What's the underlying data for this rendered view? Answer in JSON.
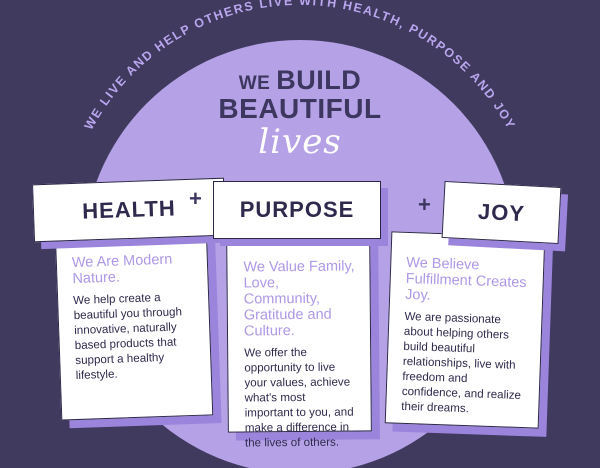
{
  "arc_text": "WE LIVE AND HELP OTHERS LIVE WITH HEALTH, PURPOSE AND JOY",
  "heading": {
    "we": "WE",
    "build": "BUILD",
    "beautiful": "BEAUTIFUL",
    "lives": "lives"
  },
  "plus": "+",
  "pillars": [
    {
      "title": "HEALTH",
      "lead": "We Are Modern Nature.",
      "body": "We help create a beautiful you through innovative, naturally based products that support a healthy lifestyle."
    },
    {
      "title": "PURPOSE",
      "lead": "We Value Family, Love, Community, Gratitude and Culture.",
      "body": "We offer the opportunity to live your values, achieve what's most important to you, and make a difference in the lives of others."
    },
    {
      "title": "JOY",
      "lead": "We Believe Fulfillment Creates Joy.",
      "body": "We are passionate about helping others build beautiful relationships, live with freedom and confidence, and realize their dreams."
    }
  ],
  "colors": {
    "background": "#403a5f",
    "circle": "#b4a1e6",
    "accent": "#ae98e6",
    "shadow": "#9b84dc"
  }
}
